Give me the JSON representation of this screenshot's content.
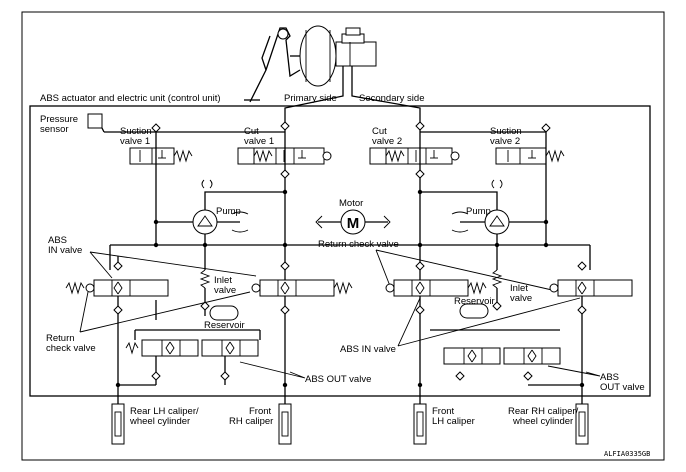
{
  "labels": {
    "control_unit": "ABS actuator and electric unit (control unit)",
    "primary_side": "Primary side",
    "secondary_side": "Secondary side",
    "pressure_sensor_l1": "Pressure",
    "pressure_sensor_l2": "sensor",
    "suction_valve_1_l1": "Suction",
    "suction_valve_1_l2": "valve 1",
    "cut_valve_1_l1": "Cut",
    "cut_valve_1_l2": "valve 1",
    "cut_valve_2_l1": "Cut",
    "cut_valve_2_l2": "valve 2",
    "suction_valve_2_l1": "Suction",
    "suction_valve_2_l2": "valve 2",
    "motor": "Motor",
    "motor_symbol": "M",
    "pump_left": "Pump",
    "pump_right": "Pump",
    "abs_in_valve_left_l1": "ABS",
    "abs_in_valve_left_l2": "IN valve",
    "return_check_valve_right": "Return check valve",
    "inlet_valve_left_l1": "Inlet",
    "inlet_valve_left_l2": "valve",
    "inlet_valve_right_l1": "Inlet",
    "inlet_valve_right_l2": "valve",
    "reservoir_left": "Reservoir",
    "reservoir_right": "Reservoir",
    "return_check_valve_left_l1": "Return",
    "return_check_valve_left_l2": "check valve",
    "abs_in_valve_right": "ABS IN valve",
    "abs_out_valve_left": "ABS OUT valve",
    "abs_out_valve_right_l1": "ABS",
    "abs_out_valve_right_l2": "OUT valve",
    "rear_lh_l1": "Rear LH caliper/",
    "rear_lh_l2": "wheel cylinder",
    "front_rh_l1": "Front",
    "front_rh_l2": "RH caliper",
    "front_lh_l1": "Front",
    "front_lh_l2": "LH caliper",
    "rear_rh_l1": "Rear RH caliper/",
    "rear_rh_l2": "wheel cylinder",
    "figure_code": "ALFIA0335GB"
  },
  "colors": {
    "line": "#000000",
    "background": "#ffffff"
  }
}
